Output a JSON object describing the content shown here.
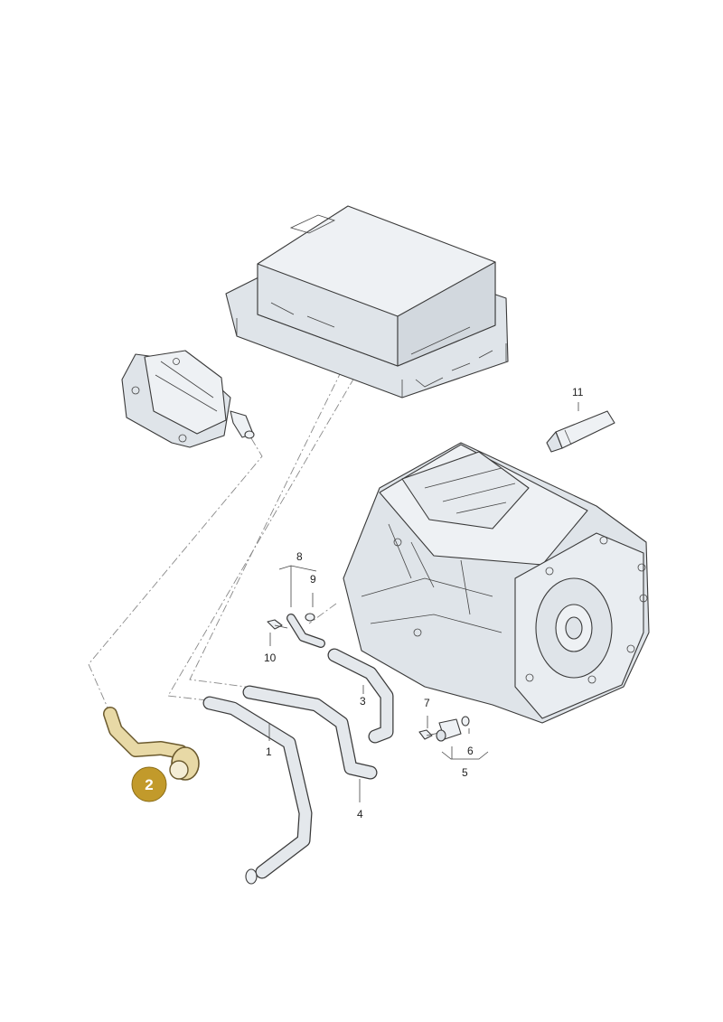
{
  "diagram": {
    "highlight_color": "#c29a2b",
    "badge": {
      "label": "2",
      "color": "#c29a2b"
    },
    "callouts": [
      {
        "id": "1",
        "label": "1"
      },
      {
        "id": "3",
        "label": "3"
      },
      {
        "id": "4",
        "label": "4"
      },
      {
        "id": "5",
        "label": "5"
      },
      {
        "id": "6",
        "label": "6"
      },
      {
        "id": "7",
        "label": "7"
      },
      {
        "id": "8",
        "label": "8"
      },
      {
        "id": "9",
        "label": "9"
      },
      {
        "id": "10",
        "label": "10"
      },
      {
        "id": "11",
        "label": "11"
      }
    ],
    "parts": [
      {
        "name": "power-electronics-module",
        "icon": "control-unit-icon"
      },
      {
        "name": "oil-cooler",
        "icon": "heat-exchanger-icon"
      },
      {
        "name": "transmission-housing",
        "icon": "gearbox-icon"
      },
      {
        "name": "sealant-tube",
        "icon": "tube-icon"
      }
    ]
  }
}
